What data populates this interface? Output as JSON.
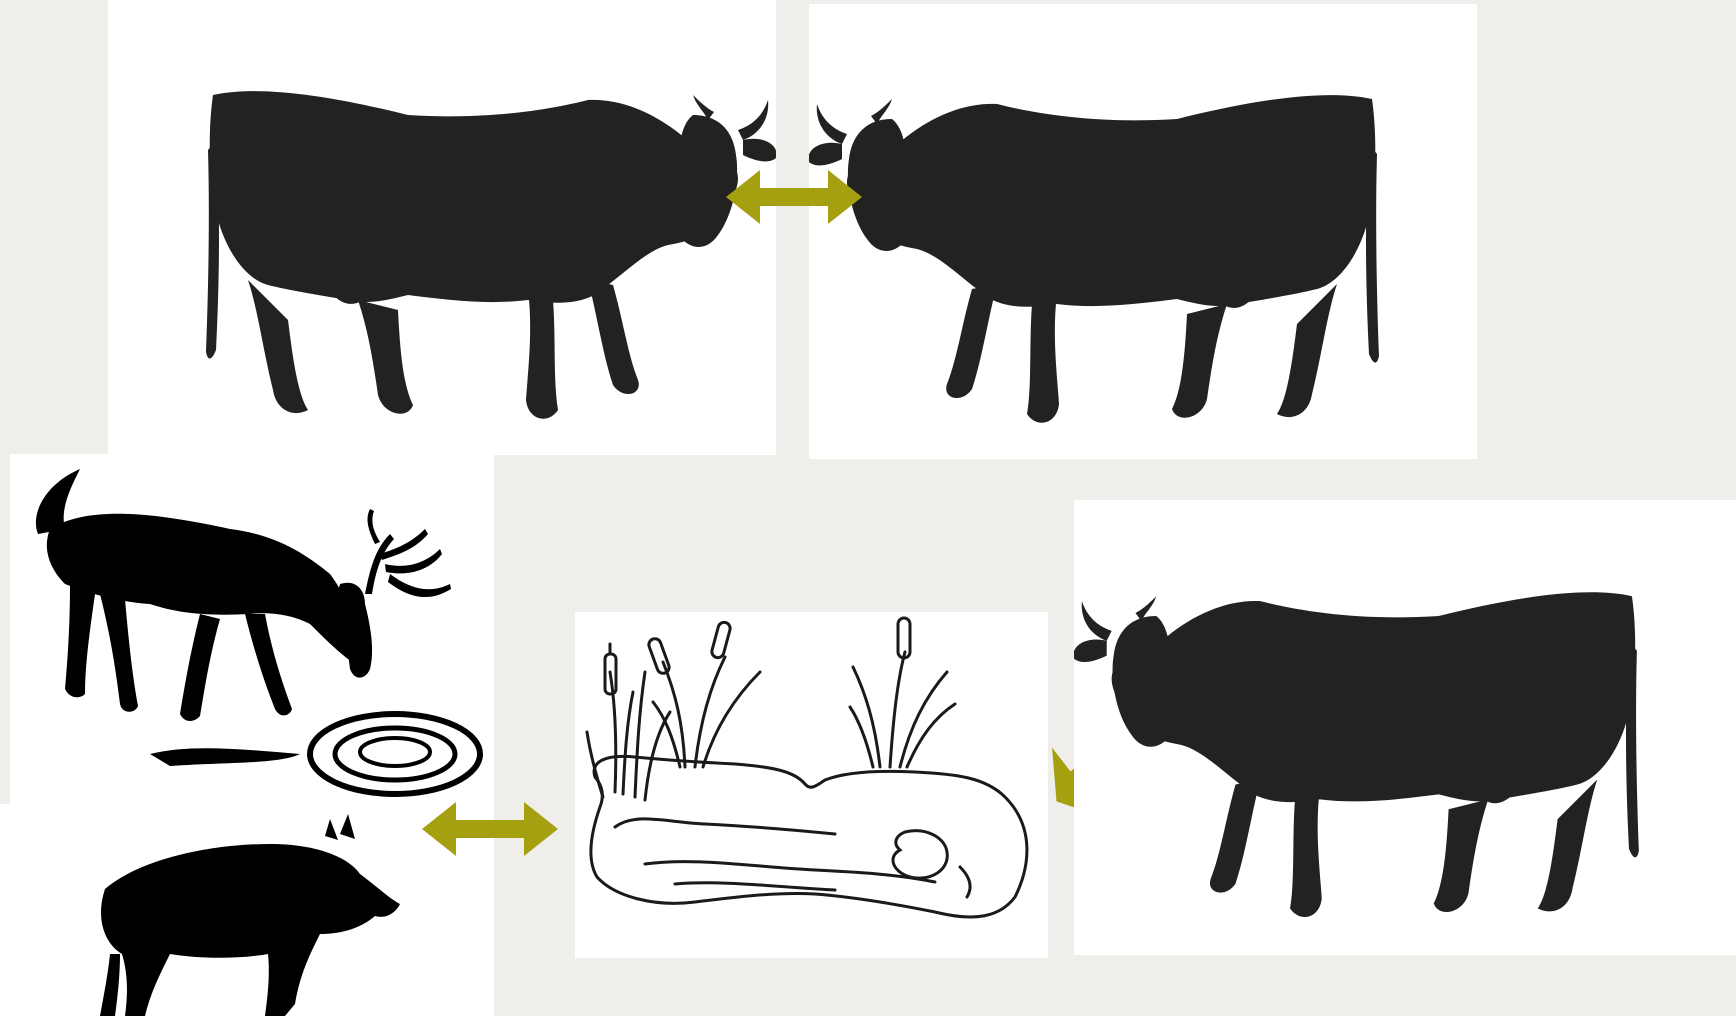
{
  "colors": {
    "background": "#efeeeb",
    "panel": "#ffffff",
    "silhouette": "#222220",
    "silhouette_black": "#000000",
    "arrow": "#a4a010",
    "pond_line": "#1a1a1a"
  },
  "icons": {
    "cow_top_left": "cow-silhouette-facing-right",
    "cow_top_right": "cow-silhouette-facing-left",
    "cow_bottom_right": "cow-silhouette-facing-left",
    "deer": "deer-drinking-silhouette",
    "boar": "wild-boar-silhouette",
    "pond": "pond-with-reeds-line-drawing"
  },
  "arrows": [
    {
      "name": "cow-to-cow",
      "type": "double-headed"
    },
    {
      "name": "wildlife-to-pond",
      "type": "double-headed"
    },
    {
      "name": "pond-to-cow",
      "type": "double-headed"
    }
  ]
}
